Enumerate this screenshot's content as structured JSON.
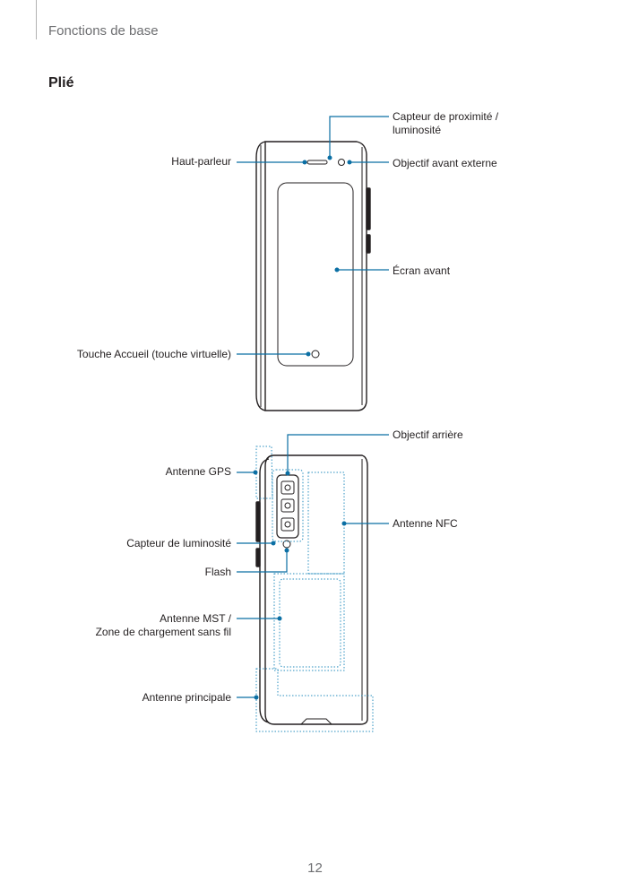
{
  "header": {
    "title": "Fonctions de base"
  },
  "section": {
    "title": "Plié"
  },
  "front_labels": {
    "proximity_sensor": "Capteur de proximité /",
    "proximity_sensor_line2": "luminosité",
    "speaker": "Haut-parleur",
    "front_camera": "Objectif avant externe",
    "front_screen": "Écran avant",
    "home_key": "Touche Accueil (touche virtuelle)"
  },
  "back_labels": {
    "rear_camera": "Objectif arrière",
    "gps_antenna": "Antenne GPS",
    "nfc_antenna": "Antenne NFC",
    "light_sensor": "Capteur de luminosité",
    "flash": "Flash",
    "mst_antenna": "Antenne MST /",
    "mst_antenna_line2": "Zone de chargement sans fil",
    "main_antenna": "Antenne principale"
  },
  "footer": {
    "page_number": "12"
  },
  "colors": {
    "callout": "#0b6fa4",
    "dotted": "#2a8fbf",
    "body_line": "#231f20"
  }
}
